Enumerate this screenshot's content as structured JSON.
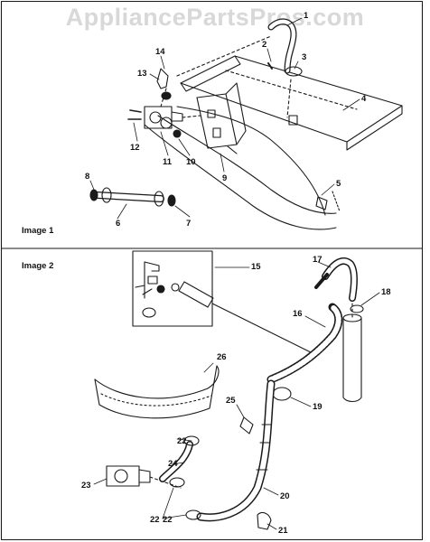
{
  "watermark": "AppliancePartsPros.com",
  "panels": [
    {
      "label": "Image 1"
    },
    {
      "label": "Image 2"
    }
  ],
  "callouts": [
    "1",
    "2",
    "3",
    "4",
    "5",
    "6",
    "7",
    "8",
    "9",
    "10",
    "11",
    "12",
    "13",
    "14",
    "15",
    "16",
    "17",
    "18",
    "19",
    "20",
    "21",
    "22",
    "22",
    "22",
    "23",
    "24",
    "25",
    "26"
  ]
}
